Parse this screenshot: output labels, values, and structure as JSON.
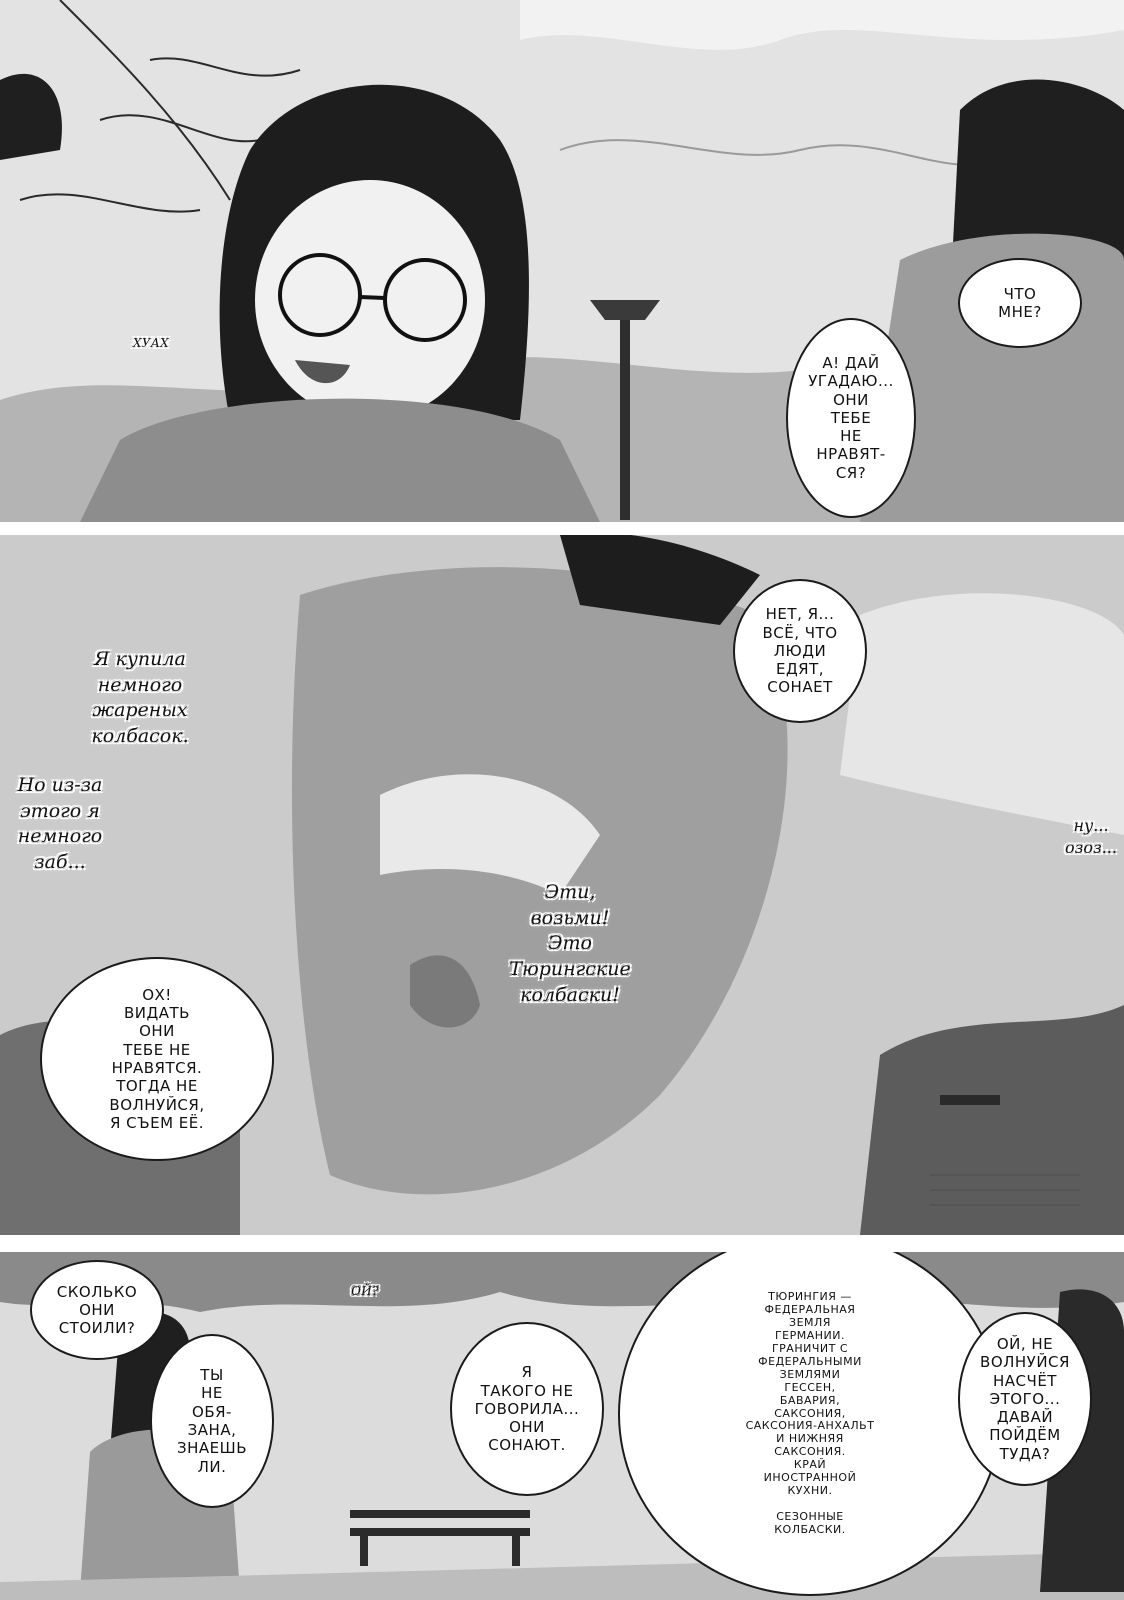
{
  "page": {
    "colors": {
      "ink": "#111111",
      "paper": "#ffffff",
      "screentone": "#c8c8c8"
    }
  },
  "panel_top": {
    "dialogue_question": "ЧТО\nМНЕ?",
    "dialogue_reply": "А! ДАЙ\nУГАДАЮ...\nОНИ\nТЕБЕ\nНЕ\nНРАВЯТ-\nСЯ?",
    "sfx_shout": "ХУАХ"
  },
  "panel_mid": {
    "dialogue_people": "НЕТ, Я...\nВСЁ, ЧТО\nЛЮДИ\nЕДЯТ,\nСОНАЕТ",
    "narration_bought": "Я купила\nнемного\nжареных\nколбасок.",
    "narration_because": "Но из-за\nэтого я\nнемного\nзаб...",
    "narration_these": "Эти,\nвозьми!\nЭто\nТюрингские\nколбаски!",
    "dialogue_dont_worry": "ОХ!\nВИДАТЬ\nОНИ\nТЕБЕ НЕ\nНРАВЯТСЯ.\nТОГДА НЕ\nВОЛНУЙСЯ,\nЯ СЪЕМ ЕЁ.",
    "dialogue_edge": "ну...\nозоз..."
  },
  "panel_bottom": {
    "dialogue_how_much": "СКОЛЬКО\nОНИ\nСТОИЛИ?",
    "dialogue_dont_have_to": "ТЫ\nНЕ\nОБЯ-\nЗАНА,\nЗНАЕШЬ\nЛИ.",
    "sfx_small": "ОЙ?",
    "dialogue_never_said": "Я\nТАКОГО НЕ\nГОВОРИЛА...\nОНИ\nСОНАЮТ.",
    "question_mark": "?",
    "dialogue_thuringia": "ТЮРИНГИЯ —\nФЕДЕРАЛЬНАЯ\nЗЕМЛЯ\nГЕРМАНИИ.\nГРАНИЧИТ С\nФЕДЕРАЛЬНЫМИ\nЗЕМЛЯМИ\nГЕССЕН,\nБАВАРИЯ,\nСАКСОНИЯ,\nСАКСОНИЯ-АНХАЛЬТ\nИ НИЖНЯЯ\nСАКСОНИЯ.\nКРАЙ\nИНОСТРАННОЙ\nКУХНИ.\n\nСЕЗОННЫЕ\nКОЛБАСКИ.",
    "dialogue_lets_go": "ОЙ, НЕ\nВОЛНУЙСЯ\nНАСЧЁТ\nЭТОГО...\nДАВАЙ\nПОЙДЁМ\nТУДА?"
  }
}
